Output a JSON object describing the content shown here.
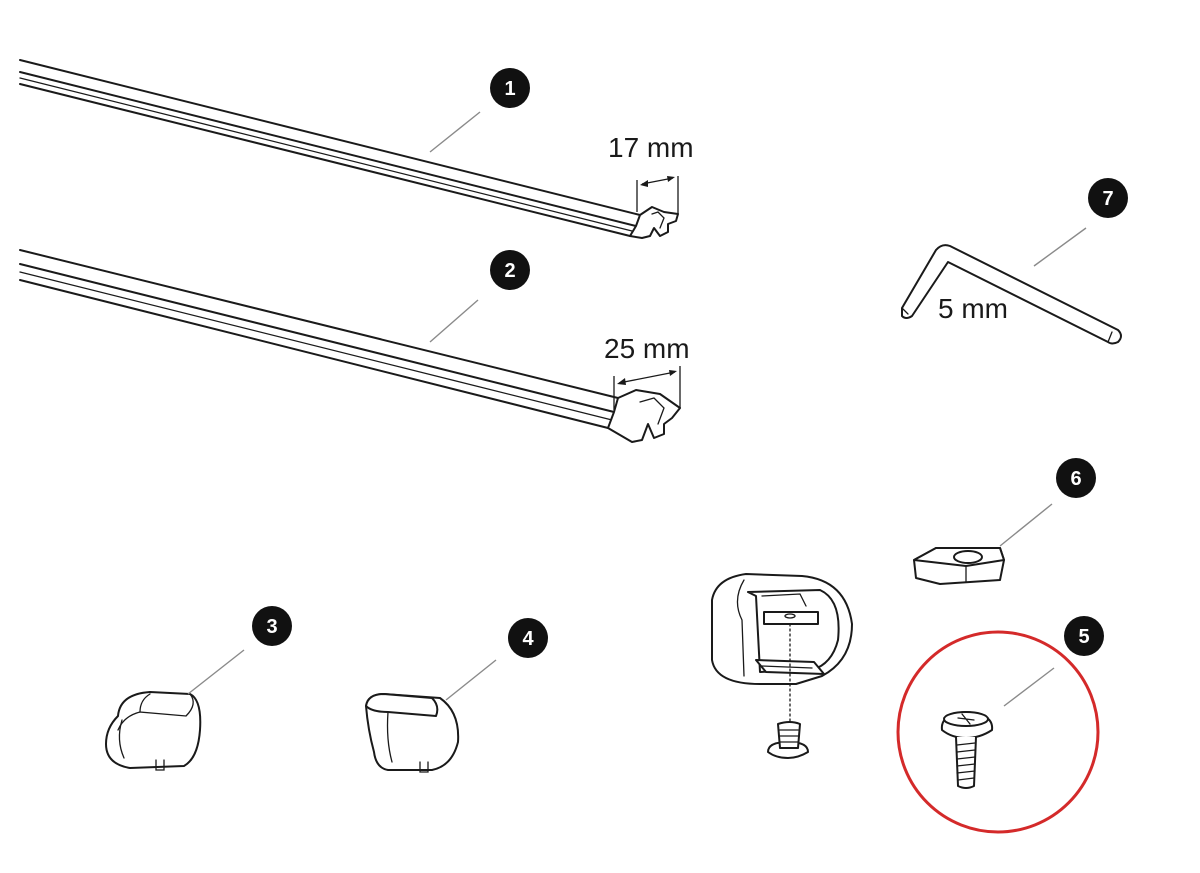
{
  "parts": [
    {
      "number": "1",
      "name": "rubber strip",
      "dimension": "17 mm"
    },
    {
      "number": "2",
      "name": "rubber strip",
      "dimension": "25 mm"
    },
    {
      "number": "3",
      "name": "end cap"
    },
    {
      "number": "4",
      "name": "end cap"
    },
    {
      "number": "5",
      "name": "screw",
      "highlighted": true
    },
    {
      "number": "6",
      "name": "square nut"
    },
    {
      "number": "7",
      "name": "allen key",
      "dimension": "5 mm"
    }
  ],
  "colors": {
    "line": "#1a1a1a",
    "badge": "#111111",
    "leader": "#8a8a8a",
    "highlight": "#d42a2a"
  }
}
